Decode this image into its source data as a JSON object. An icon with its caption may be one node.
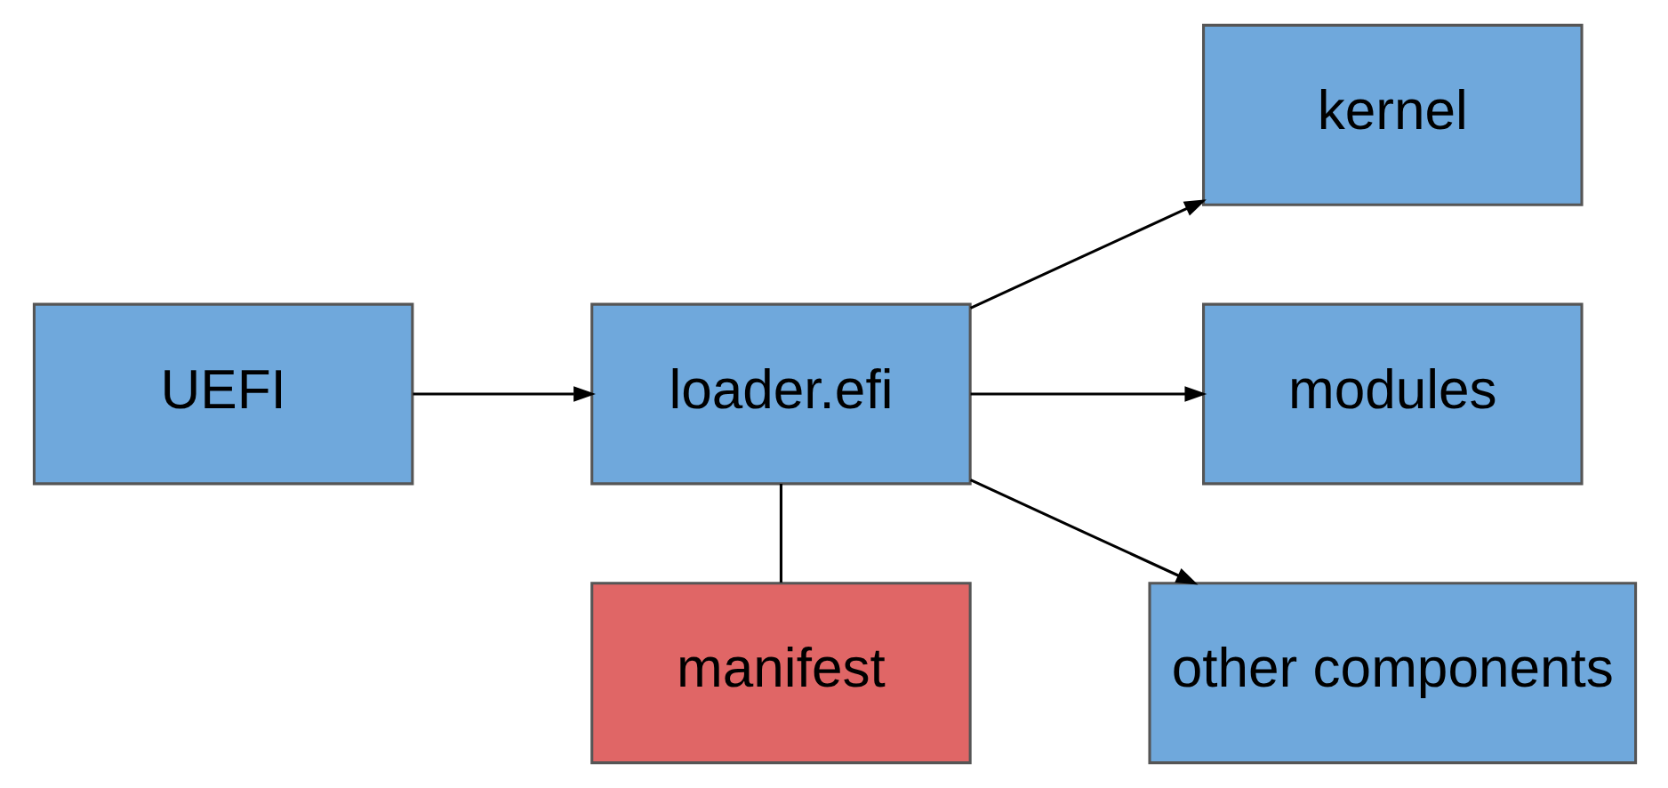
{
  "diagram": {
    "nodes": [
      {
        "text": [
          "UEFI"
        ]
      },
      {
        "text": [
          "loader.efi"
        ]
      },
      {
        "text": [
          "manifest"
        ]
      },
      {
        "text": [
          "kernel"
        ]
      },
      {
        "text": [
          "modules"
        ]
      },
      {
        "text": [
          "other components"
        ]
      }
    ],
    "edges": [
      {
        "from": 0,
        "to": 1,
        "arrow": "to"
      },
      {
        "from": 1,
        "to": 3,
        "arrow": "to"
      },
      {
        "from": 1,
        "to": 4,
        "arrow": "to"
      },
      {
        "from": 1,
        "to": 5,
        "arrow": "to"
      },
      {
        "from": 1,
        "to": 2,
        "arrow": "none"
      }
    ]
  }
}
